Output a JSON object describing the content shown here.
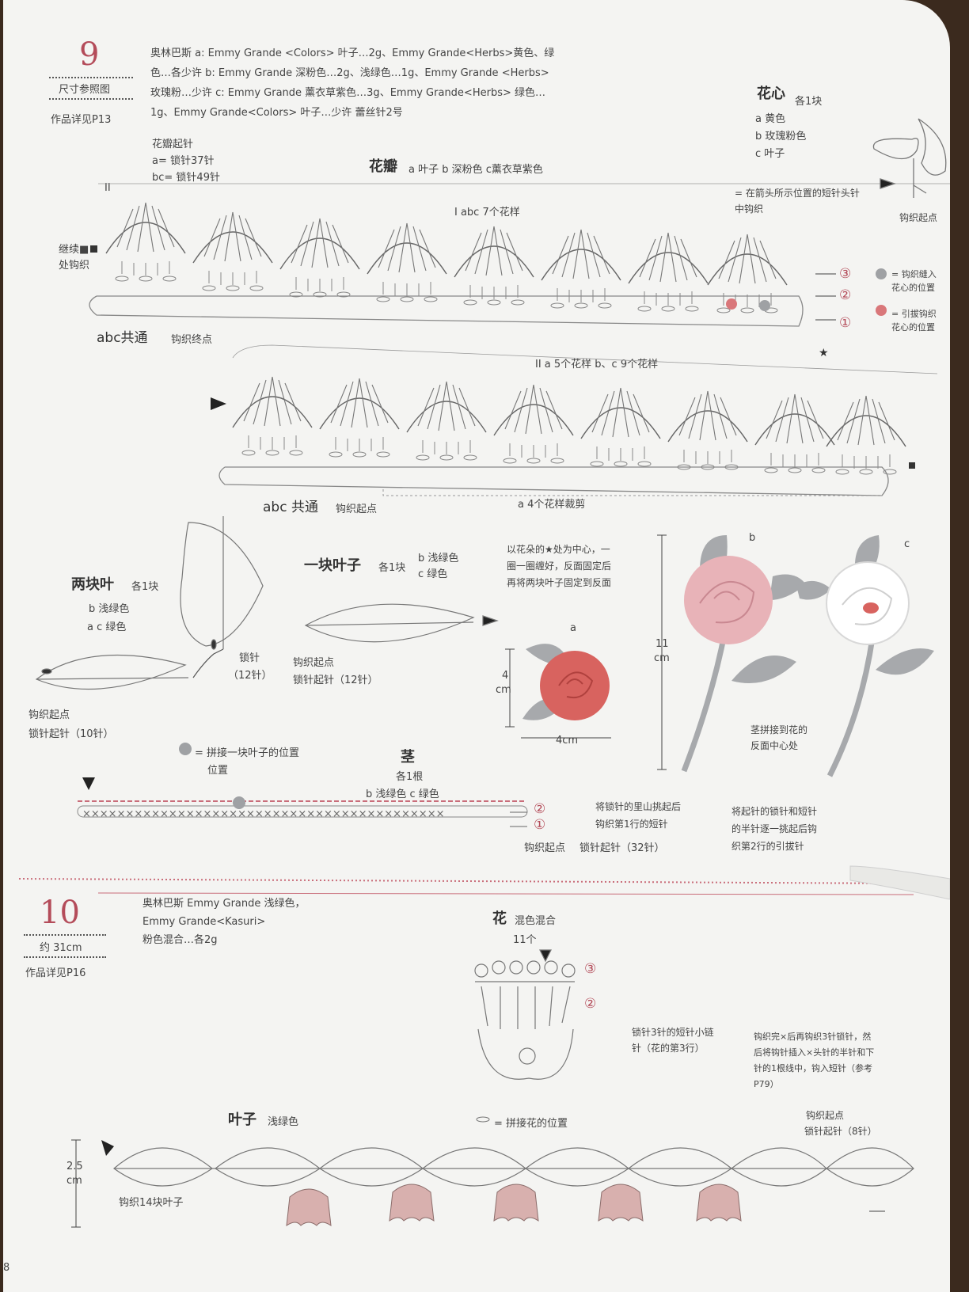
{
  "section9": {
    "number": "9",
    "size_ref": "尺寸参照图",
    "detail_ref": "作品详见P13",
    "materials": [
      "奥林巴斯 a: Emmy Grande <Colors> 叶子…2g、Emmy Grande<Herbs>黄色、绿",
      "色…各少许 b: Emmy Grande 深粉色…2g、浅绿色…1g、Emmy Grande <Herbs>",
      "玫瑰粉…少许 c: Emmy Grande 薰衣草紫色…3g、Emmy Grande<Herbs> 绿色…",
      "1g、Emmy Grande<Colors> 叶子…少许 蕾丝针2号"
    ],
    "petal_start": {
      "title": "花瓣起针",
      "a": "a= 锁针37针",
      "bc": "bc= 锁针49针"
    },
    "petal_title": "花瓣",
    "petal_sub": "a 叶子 b 深粉色 c薰衣草紫色",
    "row1_label": "I abc 7个花样",
    "row2_label": "II a 5个花样 b、c 9个花样",
    "roman_two": "II",
    "continue_label": "继续■处钩织",
    "abc_end": "abc共通",
    "abc_end_sub": "钩织终点",
    "abc_start": "abc 共通",
    "abc_start_sub": "钩织起点",
    "a4_label": "a 4个花样裁剪",
    "heart_title": "花心",
    "heart_count": "各1块",
    "heart_colors": [
      "a 黄色",
      "b 玫瑰粉色",
      "c 叶子"
    ],
    "heart_note": "= 在箭头所示位置的短针头针中钩织",
    "heart_start": "钩织起点",
    "legend_grey": "= 钩织缝入花心的位置",
    "legend_red": "= 引拔钩织花心的位置",
    "circled": [
      "③",
      "②",
      "①"
    ],
    "two_leaves": {
      "title": "两块叶",
      "count": "各1块",
      "b": "b 浅绿色",
      "ac": "a c 绿色",
      "start": "钩织起点",
      "chain": "锁针起针（10针）",
      "chain2_a": "锁针",
      "chain2_b": "（12针）"
    },
    "one_leaf": {
      "title": "一块叶子",
      "count": "各1块",
      "b": "b 浅绿色",
      "c": "c 绿色",
      "start": "钩织起点",
      "chain": "锁针起针（12针）"
    },
    "assembly_note": [
      "以花朵的★处为中心，一",
      "圈一圈缠好，反面固定后",
      "再将两块叶子固定到反面"
    ],
    "join_legend": "= 拼接一块叶子的位置",
    "join_legend2": "位置",
    "stem": {
      "title": "茎",
      "count": "各1根",
      "colors": "b 浅绿色 c 绿色",
      "start": "钩织起点",
      "chain": "锁针起针（32针）",
      "note1": [
        "将锁针的里山挑起后",
        "钩织第1行的短针"
      ],
      "note2": [
        "将起针的锁针和短针",
        "的半针逐一挑起后钩",
        "织第2行的引拔针"
      ]
    },
    "photo": {
      "a": "a",
      "b": "b",
      "c": "c",
      "dim_v": "4",
      "dim_v_unit": "cm",
      "dim_h": "4cm",
      "dim_11": "11",
      "dim_11_unit": "cm",
      "stem_note": [
        "茎拼接到花的",
        "反面中心处"
      ]
    }
  },
  "section10": {
    "number": "10",
    "size": "约 31cm",
    "detail_ref": "作品详见P16",
    "materials": [
      "奥林巴斯 Emmy Grande 浅绿色，",
      "Emmy Grande<Kasuri>",
      "粉色混合…各2g"
    ],
    "flower_title": "花",
    "flower_sub": "混色混合",
    "flower_count": "11个",
    "circled": [
      "③",
      "②"
    ],
    "flower_note_a": [
      "锁针3针的短针小链",
      "针（花的第3行）"
    ],
    "flower_note_b": [
      "钩织完×后再钩织3针锁针，然",
      "后将钩针插入×头针的半针和下",
      "针的1根线中，钩入短针（参考",
      "P79）"
    ],
    "leaf_title": "叶子",
    "leaf_color": "浅绿色",
    "join_flower": "= 拼接花的位置",
    "leaf_count_note": "钩织14块叶子",
    "leaf_start": "钩织起点",
    "leaf_chain": "锁针起针（8针）",
    "dim_25": "2.5",
    "dim_25_unit": "cm",
    "page_num": "8"
  },
  "colors": {
    "accent": "#b44c5a",
    "pink": "#e8b3b8",
    "red_rose": "#d8635f",
    "leaf": "#a7a9ac",
    "paper": "#f4f4f2"
  }
}
